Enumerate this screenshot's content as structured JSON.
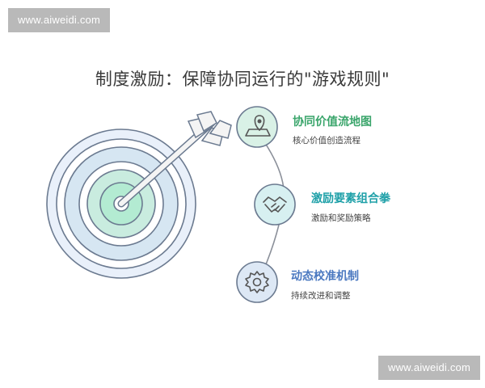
{
  "watermark": {
    "top": "www.aiweidi.com",
    "bottom": "www.aiweidi.com"
  },
  "title": "制度激励：保障协同运行的\"游戏规则\"",
  "items": [
    {
      "title": "协同价值流地图",
      "desc": "核心价值创造流程",
      "icon": "map-pin-icon",
      "color": "#3aa56b"
    },
    {
      "title": "激励要素组合拳",
      "desc": "激励和奖励策略",
      "icon": "handshake-icon",
      "color": "#1ea0a8"
    },
    {
      "title": "动态校准机制",
      "desc": "持续改进和调整",
      "icon": "gear-icon",
      "color": "#4a78c0"
    }
  ],
  "colors": {
    "target_outer": "#e4edf8",
    "target_mid": "#cfe4ef",
    "target_inner": "#b9ecd6",
    "outline": "#6b7a90"
  }
}
